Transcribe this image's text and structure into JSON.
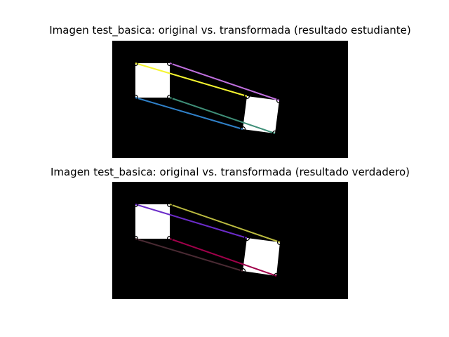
{
  "figure": {
    "top_title": "Imagen test_basica: original vs. transformada (resultado estudiante)",
    "bottom_title": "Imagen test_basica: original vs. transformada (resultado verdadero)"
  },
  "colors": {
    "background": "#ffffff",
    "image_background": "#000000",
    "square_fill": "#ffffff",
    "marker_stroke": "#000000"
  },
  "panels": [
    {
      "name": "estudiante",
      "match_colors": [
        "#f5f530",
        "#c070e0",
        "#2f80c8",
        "#3f8f78"
      ]
    },
    {
      "name": "verdadero",
      "match_colors": [
        "#6a2bc8",
        "#bcbc40",
        "#4a2a33",
        "#a0004a"
      ]
    }
  ]
}
